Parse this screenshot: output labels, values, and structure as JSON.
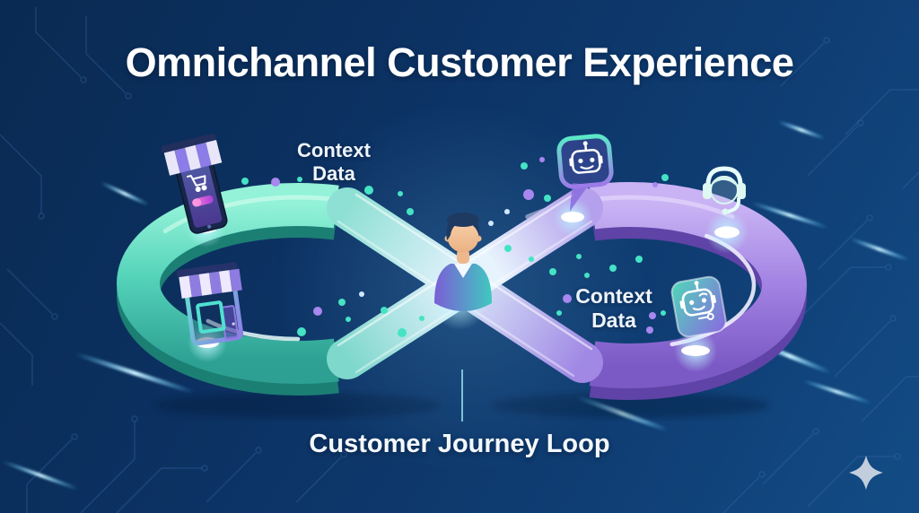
{
  "title": "Omnichannel Customer Experience",
  "labels": {
    "context_left": {
      "line1": "Context",
      "line2": "Data"
    },
    "context_right": {
      "line1": "Context",
      "line2": "Data"
    },
    "caption": "Customer Journey Loop"
  },
  "icons": [
    "mobile-shopping-icon",
    "storefront-icon",
    "customer-avatar-icon",
    "chatbot-bubble-icon",
    "support-headset-icon",
    "ai-robot-icon",
    "sparkle-icon"
  ],
  "colors": {
    "background_start": "#092a52",
    "background_end": "#134c85",
    "loop_left_teal": "#57dec0",
    "loop_right_purple": "#9b7fd6",
    "crossing_ribbon": "#dff0fb",
    "accent_cyan": "#45e3c4",
    "accent_purple": "#a887ee",
    "glow_white": "#ffffff",
    "text": "#f2f7fd"
  }
}
